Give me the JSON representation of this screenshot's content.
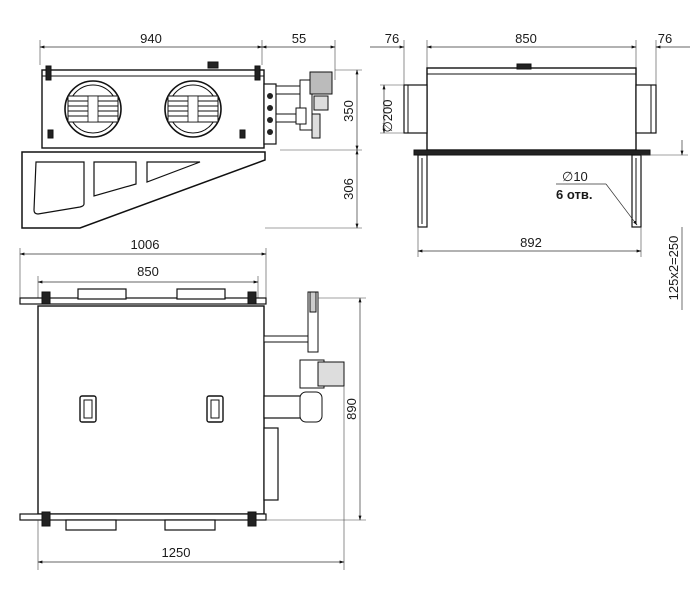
{
  "front_view": {
    "width_label": "940",
    "offset_label": "55",
    "height_label": "350",
    "bracket_label": "306"
  },
  "side_view": {
    "left_spigot_label": "76",
    "width_label": "850",
    "right_spigot_label": "76",
    "duct_diameter_label": "∅200",
    "hole_diameter_label": "∅10",
    "hole_count_label": "6 отв.",
    "mount_span_label": "892",
    "mount_pitch_label": "125x2=250"
  },
  "top_view": {
    "overall_width_label": "1006",
    "body_width_label": "850",
    "depth_label": "890",
    "total_width_label": "1250"
  }
}
